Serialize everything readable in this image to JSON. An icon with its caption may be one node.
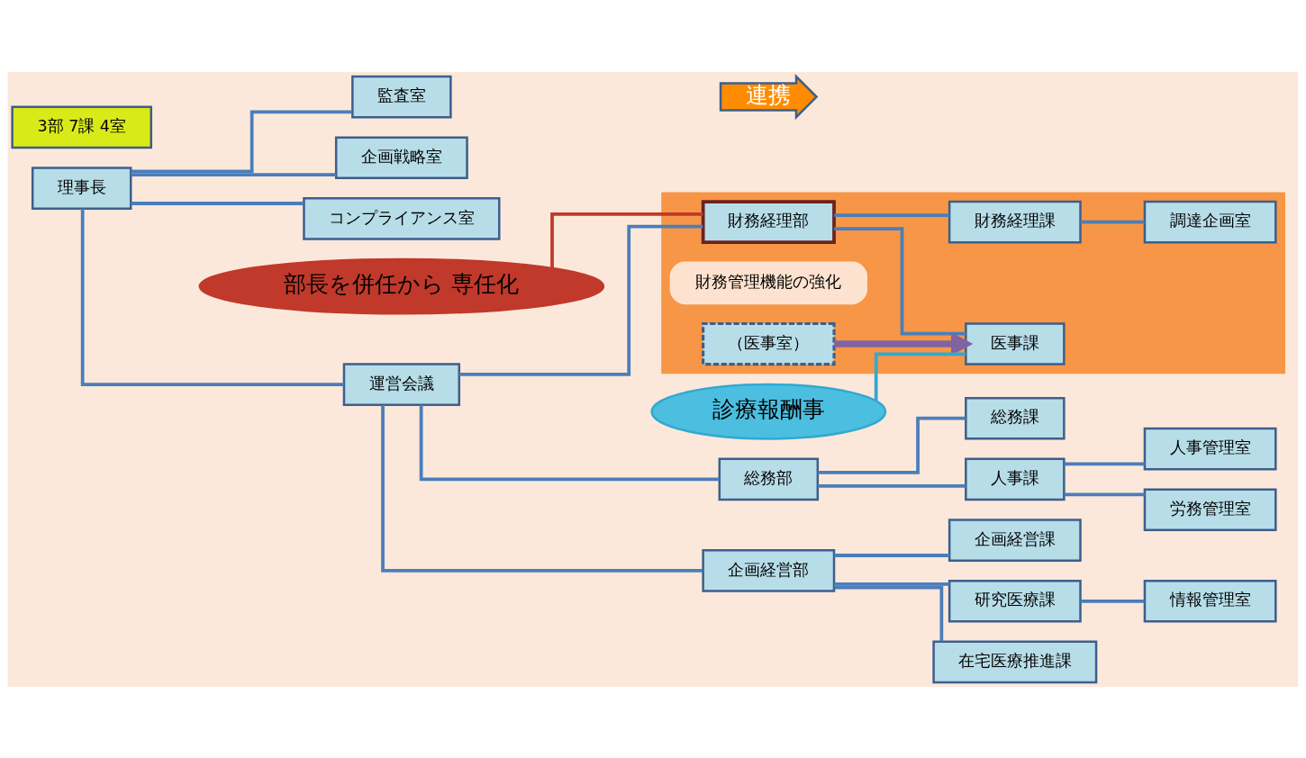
{
  "diagram": {
    "nodes": [
      {
        "text": [
          "理事長"
        ]
      },
      {
        "text": [
          "監査室"
        ]
      },
      {
        "text": [
          "企画戦略室"
        ]
      },
      {
        "text": [
          "コンプライアンス室"
        ]
      },
      {
        "text": [
          "運営会議"
        ]
      },
      {
        "text": [
          "総務部"
        ]
      },
      {
        "text": [
          "総務課"
        ]
      },
      {
        "text": [
          "人事課"
        ]
      },
      {
        "text": [
          "人事管理室"
        ]
      },
      {
        "text": [
          "労務管理室"
        ]
      },
      {
        "text": [
          "3部 7課 4室"
        ]
      },
      {
        "text": [
          "企画経営部"
        ]
      },
      {
        "text": [
          "企画経営課"
        ]
      },
      {
        "text": [
          "研究医療課"
        ]
      },
      {
        "text": [
          "情報管理室"
        ]
      },
      {
        "text": [
          "在宅医療推進課"
        ]
      },
      {
        "text": [],
        "shape": "box"
      },
      {
        "text": [
          "財務経理部"
        ],
        "in": 16
      },
      {
        "text": [
          "財務経理課"
        ],
        "in": 16
      },
      {
        "text": [
          "調達企画室"
        ],
        "in": 16
      },
      {
        "text": [
          "部長を併任から 専任化"
        ]
      },
      {
        "text": [
          "財務管理機能の強化"
        ],
        "in": 16
      },
      {
        "text": [
          "医事課"
        ],
        "in": 16
      },
      {
        "text": [
          "（医事室）"
        ],
        "in": 16
      },
      {
        "text": [
          "連携"
        ]
      },
      {
        "text": [
          "診療報酬事"
        ]
      }
    ],
    "edges": [
      {
        "from": 0,
        "to": 1,
        "arrow": "none"
      },
      {
        "from": 0,
        "to": 2,
        "arrow": "none"
      },
      {
        "from": 0,
        "to": 3,
        "arrow": "none"
      },
      {
        "from": 0,
        "to": 4,
        "arrow": "none"
      },
      {
        "from": 4,
        "to": 5,
        "arrow": "none"
      },
      {
        "from": 4,
        "to": 11,
        "arrow": "none"
      },
      {
        "from": 4,
        "to": 17,
        "arrow": "none"
      },
      {
        "from": 5,
        "to": 6,
        "arrow": "none"
      },
      {
        "from": 5,
        "to": 7,
        "arrow": "none"
      },
      {
        "from": 7,
        "to": 8,
        "arrow": "none"
      },
      {
        "from": 7,
        "to": 9,
        "arrow": "none"
      },
      {
        "from": 11,
        "to": 12,
        "arrow": "none"
      },
      {
        "from": 11,
        "to": 13,
        "arrow": "none"
      },
      {
        "from": 11,
        "to": 15,
        "arrow": "none"
      },
      {
        "from": 13,
        "to": 14,
        "arrow": "none"
      },
      {
        "from": 17,
        "to": 18,
        "arrow": "none"
      },
      {
        "from": 17,
        "to": 22,
        "arrow": "none"
      },
      {
        "from": 18,
        "to": 19,
        "arrow": "none"
      },
      {
        "from": 23,
        "to": 22,
        "arrow": "to",
        "style": "thick",
        "color": "#8064a2"
      },
      {
        "from": 20,
        "to": 17,
        "arrow": "none",
        "color": "#c0392b"
      },
      {
        "from": 25,
        "to": 22,
        "arrow": "none",
        "color": "#31a9d0"
      }
    ]
  }
}
